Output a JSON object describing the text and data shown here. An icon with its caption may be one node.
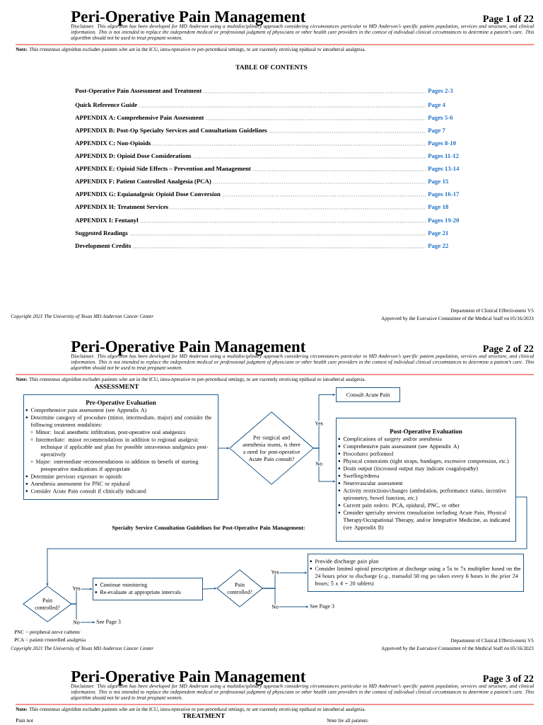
{
  "diagram": {
    "title": "Peri-Operative Pain Management",
    "nodes": [
      {
        "text": [
          "Pre-Operative Evaluation",
          "Comprehensive pain assessment (see Appendix A)",
          "Determine category of procedure (minor, intermediate, major) and consider the following treatment modalities:",
          "Minor: local anesthetic infiltration, post-operative oral analgesics",
          "Intermediate: minor recommendations in addition to regional analgesic technique if applicable and plan for possible intravenous analgesics post-operatively",
          "Major: intermediate recommendations in addition to benefit of starting preoperative medications if appropriate",
          "Determine previous exposure to opioids",
          "Anesthesia assessment for PNC or epidural",
          "Consider Acute Pain consult if clinically indicated"
        ]
      },
      {
        "text": [
          "Per surgical and anesthesia teams, is there a need for post-operative Acute Pain consult?"
        ]
      },
      {
        "text": [
          "Consult Acute Pain"
        ]
      },
      {
        "text": [
          "Post-Operative Evaluation",
          "Complications of surgery and/or anesthesia",
          "Comprehensive pain assessment (see Appendix A)",
          "Procedures performed",
          "Physical constraints (tight straps, bandages, excessive compression, *etc.*)",
          "Drain output (increased output may indicate coagulopathy)",
          "Swelling/edema",
          "Neurovascular assessment",
          "Activity restrictions/changes (ambulation, performance status, incentive spirometry, bowel function, *etc.*)",
          "Current pain orders: PCA, epidural, PNC, or other",
          "Consider specialty services consultation including Acute Pain, Physical Therapy/Occupational Therapy, and/or Integrative Medicine, as indicated (see Appendix B)"
        ]
      },
      {
        "text": [
          "Pain controlled?"
        ]
      },
      {
        "text": [
          "Continue monitoring",
          "Re-evaluate at appropriate intervals"
        ]
      },
      {
        "text": [
          "Pain controlled?"
        ]
      },
      {
        "text": [
          "Provide discharge pain plan",
          "Consider limited opioid prescription at discharge using a 5x to 7x multiplier based on the 24 hours prior to discharge (*e.g.,* tramadol 50 mg po taken every 6 hours in the prior 24 hours; 5 x 4 = 20 tablets)"
        ]
      },
      {
        "text": [
          "See Page 3"
        ]
      },
      {
        "text": [
          "See Page 3"
        ]
      }
    ],
    "edges": [
      {
        "from": 0,
        "to": 1,
        "arrow": "to"
      },
      {
        "from": 1,
        "to": 2,
        "arrow": "to",
        "label": "Yes"
      },
      {
        "from": 1,
        "to": 3,
        "arrow": "to",
        "label": "No"
      },
      {
        "from": 3,
        "to": 4,
        "arrow": "to"
      },
      {
        "from": 4,
        "to": 5,
        "arrow": "to",
        "label": "Yes"
      },
      {
        "from": 4,
        "to": 8,
        "arrow": "to",
        "label": "No"
      },
      {
        "from": 5,
        "to": 6,
        "arrow": "to"
      },
      {
        "from": 6,
        "to": 7,
        "arrow": "to",
        "label": "Yes"
      },
      {
        "from": 6,
        "to": 9,
        "arrow": "to",
        "label": "No"
      }
    ],
    "labels": [
      "Page 1 of 22",
      "Disclaimer: *This algorithm has been developed for MD Anderson using a multidisciplinary approach considering circumstances particular to MD Anderson’s specific patient population, services and structure, and clinical information. This is not intended to replace the independent medical or professional judgment of physicians or other health care providers in the context of individual clinical circumstances to determine a patient’s care. This algorithm should not be used to treat pregnant women.*",
      "**Note:** This consensus algorithm excludes patients who are in the ICU, intra-operative or pre-procedural settings, or are currently receiving epidural or intrathecal analgesia.",
      "TABLE OF CONTENTS",
      "Post-Operative Pain Assessment and Treatment",
      "Pages 2-3",
      "Quick Reference Guide",
      "Page 4",
      "APPENDIX A: Comprehensive Pain Assessment",
      "Pages 5-6",
      "APPENDIX B: Post-Op Specialty Services and Consultations Guidelines",
      "Page 7",
      "APPENDIX C: Non-Opioids",
      "Pages 8-10",
      "APPENDIX D: Opioid Dose Considerations",
      "Pages 11-12",
      "APPENDIX E: Opioid Side Effects – Prevention and Management",
      "Pages 13-14",
      "APPENDIX F: Patient Controlled Analgesia (PCA)",
      "Page 15",
      "APPENDIX G: Equianalgesic Opioid Dose Conversion",
      "Pages 16-17",
      "APPENDIX H: Treatment Services",
      "Page 18",
      "APPENDIX I: Fentanyl",
      "Pages 19-20",
      "Suggested Readings",
      "Page 21",
      "Development Credits",
      "Page 22",
      "Copyright 2021 The University of Texas MD Anderson Cancer Center",
      "Department of Clinical Effectiveness V5",
      "Approved by the Executive Committee of the Medical Staff on 05/16/2023",
      "Peri-Operative Pain Management",
      "Page 2 of 22",
      "Disclaimer: *This algorithm has been developed for MD Anderson using a multidisciplinary approach considering circumstances particular to MD Anderson’s specific patient population, services and structure, and clinical information. This is not intended to replace the independent medical or professional judgment of physicians or other health care providers in the context of individual clinical circumstances to determine a patient’s care. This algorithm should not be used to treat pregnant women.*",
      "**Note:** This consensus algorithm excludes patients who are in the ICU, intra-operative or pre-procedural settings, or are currently receiving epidural or intrathecal analgesia.",
      "ASSESSMENT",
      "Specialty Service Consultation Guidelines for Post-Operative Pain Management:",
      "PNC = peripheral nerve catheter",
      "PCA = patient controlled analgesia",
      "Copyright 2021 The University of Texas MD Anderson Cancer Center",
      "Department of Clinical Effectiveness V5",
      "Approved by the Executive Committee of the Medical Staff on 05/16/2023",
      "Peri-Operative Pain Management",
      "Page 3 of 22",
      "Disclaimer: *This algorithm has been developed for MD Anderson using a multidisciplinary approach considering circumstances particular to MD Anderson’s specific patient population, services and structure, and clinical information. This is not intended to replace the independent medical or professional judgment of physicians or other health care providers in the context of individual clinical circumstances to determine a patient’s care. This algorithm should not be used to treat pregnant women.*",
      "**Note:** This consensus algorithm excludes patients who are in the ICU, intra-operative or pre-procedural settings, or are currently receiving epidural or intrathecal analgesia.",
      "Pain not",
      "TREATMENT",
      "Note for all patients:"
    ]
  }
}
